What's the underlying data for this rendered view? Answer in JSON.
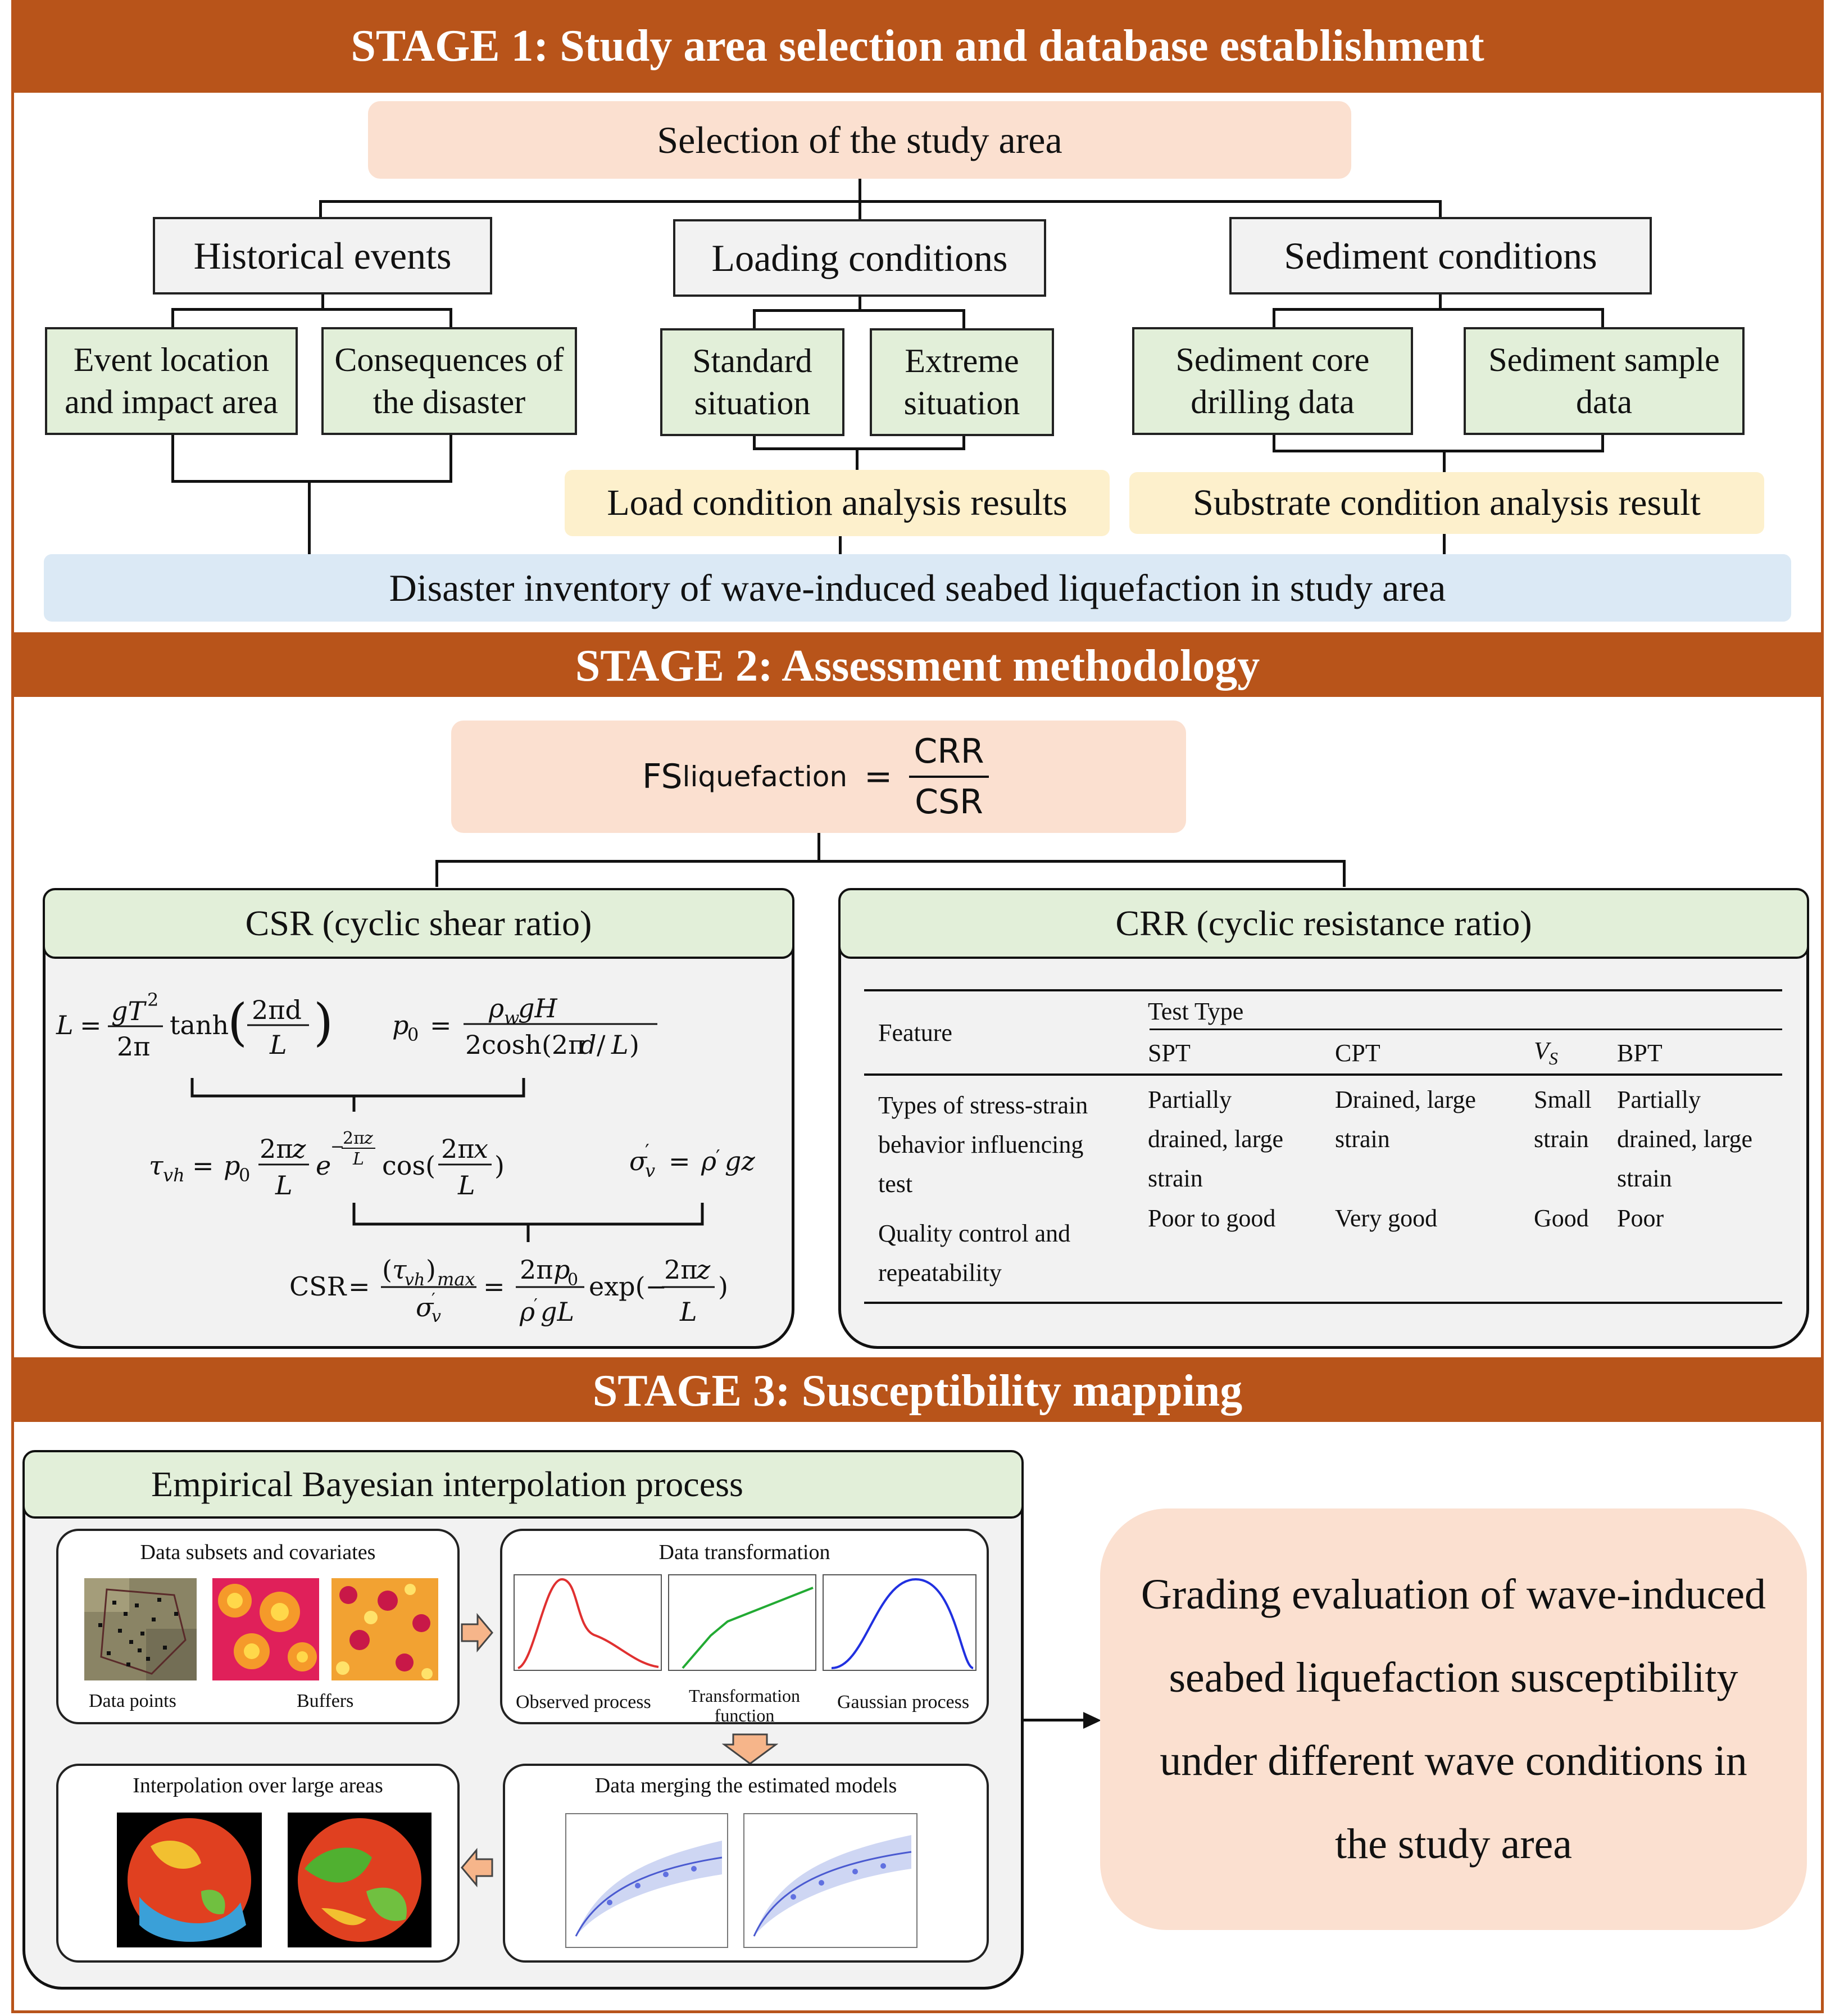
{
  "stage1": {
    "title": "STAGE 1: Study area selection and database establishment",
    "root": "Selection of the study area",
    "historical": "Historical events",
    "loading": "Loading conditions",
    "sediment": "Sediment conditions",
    "event_location": "Event location and impact area",
    "consequences": "Consequences of the disaster",
    "standard": "Standard situation",
    "extreme": "Extreme situation",
    "core": "Sediment core drilling data",
    "sample": "Sediment sample data",
    "load_result": "Load condition analysis results",
    "substrate_result": "Substrate condition analysis result",
    "inventory": "Disaster inventory of wave-induced seabed liquefaction in study area"
  },
  "stage2": {
    "title": "STAGE 2: Assessment methodology",
    "fs_lhs": "FS",
    "fs_sub": "liquefaction",
    "fs_num": "CRR",
    "fs_den": "CSR",
    "csr_title": "CSR (cyclic shear ratio)",
    "crr_title": "CRR (cyclic resistance ratio)",
    "table": {
      "feature_header": "Feature",
      "test_type": "Test Type",
      "columns": [
        "SPT",
        "CPT",
        "V",
        "BPT"
      ],
      "vs_sub": "S",
      "rows": [
        {
          "feature": "Types of stress-strain behavior influencing test",
          "values": [
            "Partially drained, large strain",
            "Drained, large strain",
            "Small strain",
            "Partially drained, large strain"
          ]
        },
        {
          "feature": "Quality control and repeatability",
          "values": [
            "Poor to good",
            "Very good",
            "Good",
            "Poor"
          ]
        }
      ]
    }
  },
  "stage3": {
    "title": "STAGE 3: Susceptibility mapping",
    "ebk_title": "Empirical Bayesian interpolation process",
    "panel1_title": "Data subsets and covariates",
    "panel1_labels": [
      "Data points",
      "Buffers"
    ],
    "panel2_title": "Data transformation",
    "panel2_labels": [
      "Observed process",
      "Transformation function",
      "Gaussian process"
    ],
    "panel3_title": "Interpolation over large areas",
    "panel4_title": "Data merging the estimated models",
    "grading": "Grading evaluation of wave-induced seabed liquefaction susceptibility under different wave conditions in the study area"
  }
}
